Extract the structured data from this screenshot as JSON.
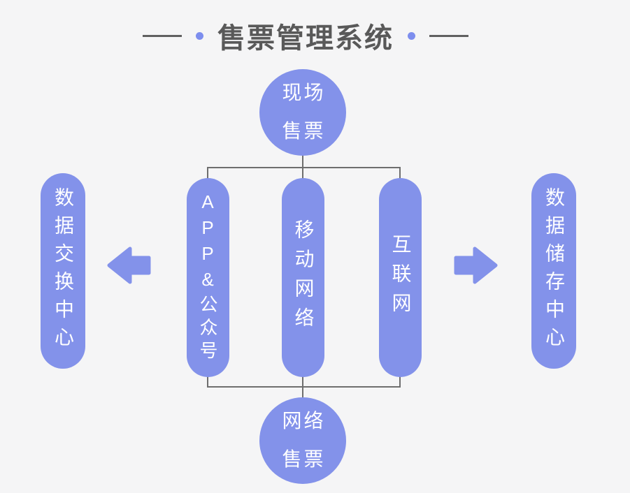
{
  "colors": {
    "background": "#f5f5f6",
    "node_fill": "#8392ea",
    "node_text": "#ffffff",
    "connector_line": "#6e6e6e",
    "title_text": "#595959",
    "title_line": "#606060",
    "title_dot": "#7d8eee"
  },
  "title": {
    "text": "售票管理系统"
  },
  "diagram": {
    "top_node": {
      "label": "现场售票",
      "line1": "现场",
      "line2": "售票"
    },
    "bottom_node": {
      "label": "网络售票",
      "line1": "网络",
      "line2": "售票"
    },
    "left_node": {
      "label": "数据交换中心"
    },
    "right_node": {
      "label": "数据储存中心"
    },
    "channel_nodes": [
      {
        "label": "APP&公众号"
      },
      {
        "label": "移动网络"
      },
      {
        "label": "互联网"
      }
    ],
    "icons": {
      "left_arrow": "arrow-left",
      "right_arrow": "arrow-right"
    }
  }
}
